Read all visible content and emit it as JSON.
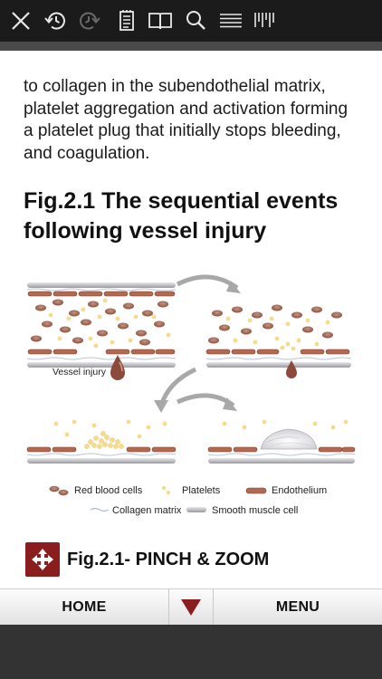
{
  "toolbar": {
    "icons": [
      "close-icon",
      "undo-history-icon",
      "redo-history-icon",
      "notes-icon",
      "book-icon",
      "search-icon",
      "list-icon",
      "bookmarks-icon"
    ],
    "background": "#1b1b1b"
  },
  "content": {
    "paragraph": "to collagen in the subendothelial matrix, platelet aggregation and activation forming a platelet plug that initially stops bleeding, and coagulation.",
    "figure_title": "Fig.2.1   The sequential events following vessel injury",
    "figure": {
      "vessel_injury_label": "Vessel injury",
      "legend": {
        "red_blood_cells": "Red blood cells",
        "platelets": "Platelets",
        "endothelium": "Endothelium",
        "collagen_matrix": "Collagen matrix",
        "smooth_muscle_cell": "Smooth muscle cell"
      }
    },
    "zoom_label": "Fig.2.1- PINCH & ZOOM",
    "zoom_icon": "move-arrows-icon",
    "accent_color": "#8a1e1e"
  },
  "bottom_nav": {
    "home_label": "HOME",
    "menu_label": "MENU",
    "middle_icon": "triangle-down-icon"
  }
}
